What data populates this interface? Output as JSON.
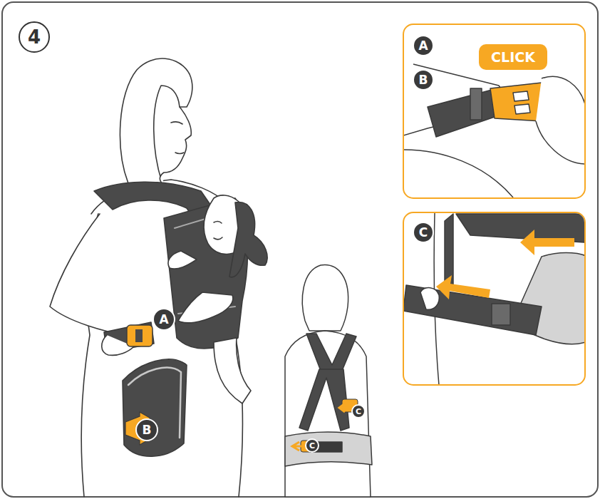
{
  "diagram": {
    "labels": [
      "4",
      "A",
      "B",
      "CLICK",
      "C",
      "A",
      "B",
      "C",
      "C"
    ]
  }
}
